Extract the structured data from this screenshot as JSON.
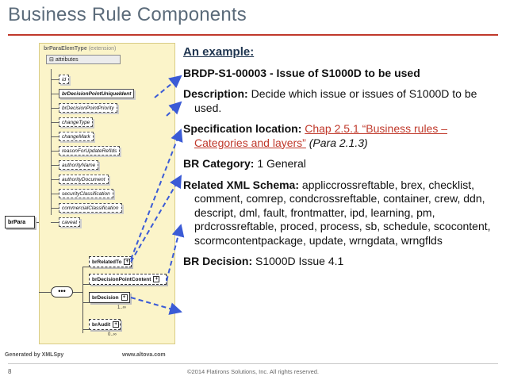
{
  "slide": {
    "title": "Business Rule Components",
    "page_number": "8",
    "copyright": "©2014 Flatirons Solutions, Inc. All rights reserved."
  },
  "diagram": {
    "type_label": "brParaElemType",
    "type_suffix": "(extension)",
    "attributes_label": "attributes",
    "attributes": [
      {
        "name": "id",
        "required": false
      },
      {
        "name": "brDecisionPointUniqueIdent",
        "required": true
      },
      {
        "name": "brDecisionPointPriority",
        "required": false
      },
      {
        "name": "changeType",
        "required": false
      },
      {
        "name": "changeMark",
        "required": false
      },
      {
        "name": "reasonForUpdateRefIds",
        "required": false
      },
      {
        "name": "authorityName",
        "required": false
      },
      {
        "name": "authorityDocument",
        "required": false
      },
      {
        "name": "securityClassification",
        "required": false
      },
      {
        "name": "commercialClassification",
        "required": false
      },
      {
        "name": "caveat",
        "required": false
      }
    ],
    "root": "brPara",
    "elements": {
      "related": "brRelatedTo",
      "content": "brDecisionPointContent",
      "decision": "brDecision",
      "decision_occ": "1..∞",
      "audit": "brAudit",
      "audit_occ": "0..∞"
    },
    "generated_by": "Generated by XMLSpy",
    "site": "www.altova.com"
  },
  "content": {
    "example_title": "An example:",
    "brdp_id": "BRDP-S1-00003 - Issue of S1000D to be used",
    "description_label": "Description:",
    "description_text": "Decide which issue or issues of S1000D to be used.",
    "spec_label": "Specification location:",
    "spec_link": "Chap 2.5.1 “Business rules – Categories and layers”",
    "spec_para": "(Para 2.1.3)",
    "category_label": "BR Category:",
    "category_text": "1 General",
    "schema_label": "Related XML Schema:",
    "schema_text": "appliccrossreftable, brex, checklist, comment, comrep, condcrossreftable, container, crew, ddn, descript, dml, fault, frontmatter, ipd, learning, pm, prdcrossreftable, proced, process, sb, schedule, scocontent, scormcontentpackage, update, wrngdata, wrngflds",
    "decision_label": "BR Decision:",
    "decision_text": "S1000D Issue 4.1"
  },
  "colors": {
    "accent": "#c0392b",
    "arrow": "#3b5bd6",
    "diagram_bg": "#fbf4c9"
  }
}
